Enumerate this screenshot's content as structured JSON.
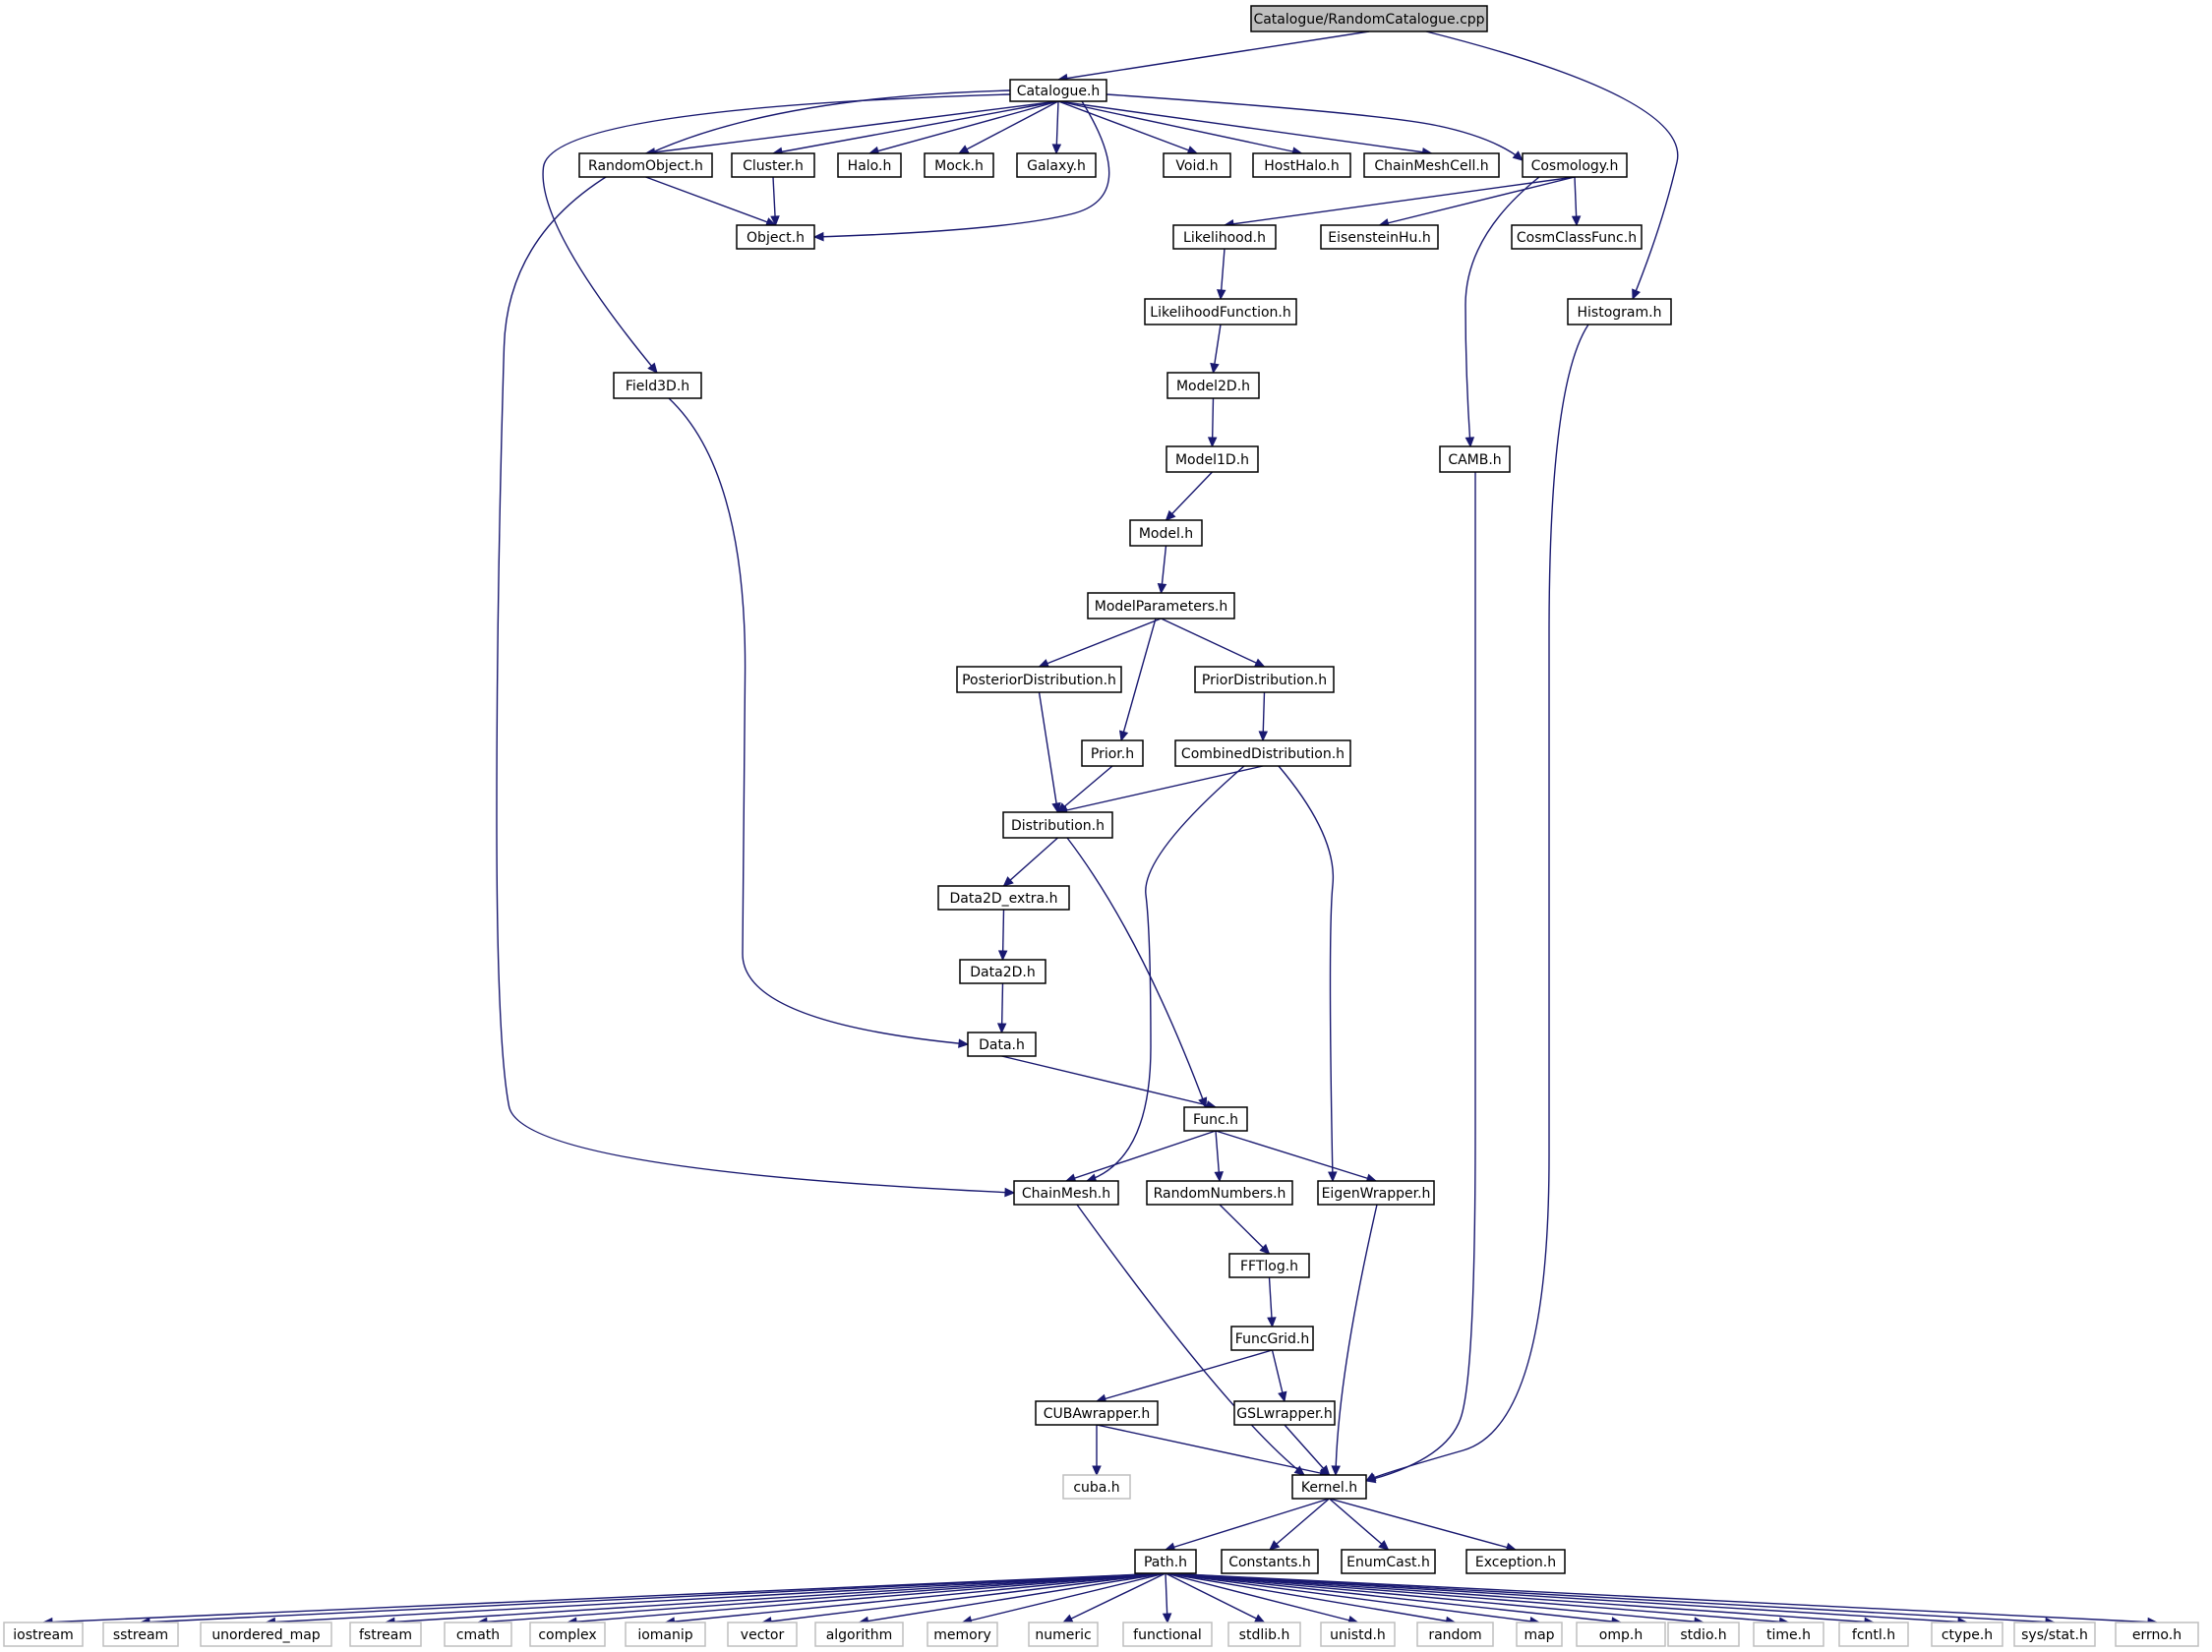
{
  "diagram": {
    "nodes": [
      {
        "id": "catalogue_cpp",
        "label": "Catalogue/RandomCatalogue.cpp",
        "style": "root"
      },
      {
        "id": "catalogue_h",
        "label": "Catalogue.h",
        "style": "normal"
      },
      {
        "id": "randomobject_h",
        "label": "RandomObject.h",
        "style": "normal"
      },
      {
        "id": "cluster_h",
        "label": "Cluster.h",
        "style": "normal"
      },
      {
        "id": "halo_h",
        "label": "Halo.h",
        "style": "normal"
      },
      {
        "id": "mock_h",
        "label": "Mock.h",
        "style": "normal"
      },
      {
        "id": "galaxy_h",
        "label": "Galaxy.h",
        "style": "normal"
      },
      {
        "id": "void_h",
        "label": "Void.h",
        "style": "normal"
      },
      {
        "id": "hosthalo_h",
        "label": "HostHalo.h",
        "style": "normal"
      },
      {
        "id": "chainmeshcell_h",
        "label": "ChainMeshCell.h",
        "style": "normal"
      },
      {
        "id": "cosmology_h",
        "label": "Cosmology.h",
        "style": "normal"
      },
      {
        "id": "object_h",
        "label": "Object.h",
        "style": "normal"
      },
      {
        "id": "likelihood_h",
        "label": "Likelihood.h",
        "style": "normal"
      },
      {
        "id": "eisensteinhu_h",
        "label": "EisensteinHu.h",
        "style": "normal"
      },
      {
        "id": "cosmclassfunc_h",
        "label": "CosmClassFunc.h",
        "style": "normal"
      },
      {
        "id": "histogram_h",
        "label": "Histogram.h",
        "style": "normal"
      },
      {
        "id": "likelihoodfunction_h",
        "label": "LikelihoodFunction.h",
        "style": "normal"
      },
      {
        "id": "field3d_h",
        "label": "Field3D.h",
        "style": "normal"
      },
      {
        "id": "model2d_h",
        "label": "Model2D.h",
        "style": "normal"
      },
      {
        "id": "model1d_h",
        "label": "Model1D.h",
        "style": "normal"
      },
      {
        "id": "camb_h",
        "label": "CAMB.h",
        "style": "normal"
      },
      {
        "id": "model_h",
        "label": "Model.h",
        "style": "normal"
      },
      {
        "id": "modelparameters_h",
        "label": "ModelParameters.h",
        "style": "normal"
      },
      {
        "id": "posteriordistribution_h",
        "label": "PosteriorDistribution.h",
        "style": "normal"
      },
      {
        "id": "priordistribution_h",
        "label": "PriorDistribution.h",
        "style": "normal"
      },
      {
        "id": "prior_h",
        "label": "Prior.h",
        "style": "normal"
      },
      {
        "id": "combineddistribution_h",
        "label": "CombinedDistribution.h",
        "style": "normal"
      },
      {
        "id": "distribution_h",
        "label": "Distribution.h",
        "style": "normal"
      },
      {
        "id": "data2d_extra_h",
        "label": "Data2D_extra.h",
        "style": "normal"
      },
      {
        "id": "data2d_h",
        "label": "Data2D.h",
        "style": "normal"
      },
      {
        "id": "data_h",
        "label": "Data.h",
        "style": "normal"
      },
      {
        "id": "func_h",
        "label": "Func.h",
        "style": "normal"
      },
      {
        "id": "chainmesh_h",
        "label": "ChainMesh.h",
        "style": "normal"
      },
      {
        "id": "randomnumbers_h",
        "label": "RandomNumbers.h",
        "style": "normal"
      },
      {
        "id": "eigenwrapper_h",
        "label": "EigenWrapper.h",
        "style": "normal"
      },
      {
        "id": "fftlog_h",
        "label": "FFTlog.h",
        "style": "normal"
      },
      {
        "id": "funcgrid_h",
        "label": "FuncGrid.h",
        "style": "normal"
      },
      {
        "id": "cubawrapper_h",
        "label": "CUBAwrapper.h",
        "style": "normal"
      },
      {
        "id": "gslwrapper_h",
        "label": "GSLwrapper.h",
        "style": "normal"
      },
      {
        "id": "cuba_h",
        "label": "cuba.h",
        "style": "ext"
      },
      {
        "id": "kernel_h",
        "label": "Kernel.h",
        "style": "normal"
      },
      {
        "id": "path_h",
        "label": "Path.h",
        "style": "normal"
      },
      {
        "id": "constants_h",
        "label": "Constants.h",
        "style": "normal"
      },
      {
        "id": "enumcast_h",
        "label": "EnumCast.h",
        "style": "normal"
      },
      {
        "id": "exception_h",
        "label": "Exception.h",
        "style": "normal"
      },
      {
        "id": "iostream",
        "label": "iostream",
        "style": "ext"
      },
      {
        "id": "sstream",
        "label": "sstream",
        "style": "ext"
      },
      {
        "id": "unordered_map",
        "label": "unordered_map",
        "style": "ext"
      },
      {
        "id": "fstream",
        "label": "fstream",
        "style": "ext"
      },
      {
        "id": "cmath",
        "label": "cmath",
        "style": "ext"
      },
      {
        "id": "complex",
        "label": "complex",
        "style": "ext"
      },
      {
        "id": "iomanip",
        "label": "iomanip",
        "style": "ext"
      },
      {
        "id": "vector",
        "label": "vector",
        "style": "ext"
      },
      {
        "id": "algorithm",
        "label": "algorithm",
        "style": "ext"
      },
      {
        "id": "memory",
        "label": "memory",
        "style": "ext"
      },
      {
        "id": "numeric",
        "label": "numeric",
        "style": "ext"
      },
      {
        "id": "functional",
        "label": "functional",
        "style": "ext"
      },
      {
        "id": "stdlib_h",
        "label": "stdlib.h",
        "style": "ext"
      },
      {
        "id": "unistd_h",
        "label": "unistd.h",
        "style": "ext"
      },
      {
        "id": "random",
        "label": "random",
        "style": "ext"
      },
      {
        "id": "map",
        "label": "map",
        "style": "ext"
      },
      {
        "id": "omp_h",
        "label": "omp.h",
        "style": "ext"
      },
      {
        "id": "stdio_h",
        "label": "stdio.h",
        "style": "ext"
      },
      {
        "id": "time_h",
        "label": "time.h",
        "style": "ext"
      },
      {
        "id": "fcntl_h",
        "label": "fcntl.h",
        "style": "ext"
      },
      {
        "id": "ctype_h",
        "label": "ctype.h",
        "style": "ext"
      },
      {
        "id": "sys_stat_h",
        "label": "sys/stat.h",
        "style": "ext"
      },
      {
        "id": "errno_h",
        "label": "errno.h",
        "style": "ext"
      }
    ],
    "edges": [
      [
        "catalogue_cpp",
        "catalogue_h"
      ],
      [
        "catalogue_cpp",
        "histogram_h"
      ],
      [
        "catalogue_h",
        "randomobject_h"
      ],
      [
        "catalogue_h",
        "cluster_h"
      ],
      [
        "catalogue_h",
        "halo_h"
      ],
      [
        "catalogue_h",
        "mock_h"
      ],
      [
        "catalogue_h",
        "galaxy_h"
      ],
      [
        "catalogue_h",
        "void_h"
      ],
      [
        "catalogue_h",
        "hosthalo_h"
      ],
      [
        "catalogue_h",
        "chainmeshcell_h"
      ],
      [
        "catalogue_h",
        "cosmology_h"
      ],
      [
        "catalogue_h",
        "object_h"
      ],
      [
        "catalogue_h",
        "field3d_h"
      ],
      [
        "catalogue_h",
        "chainmesh_h"
      ],
      [
        "randomobject_h",
        "object_h"
      ],
      [
        "cluster_h",
        "object_h"
      ],
      [
        "cosmology_h",
        "likelihood_h"
      ],
      [
        "cosmology_h",
        "eisensteinhu_h"
      ],
      [
        "cosmology_h",
        "cosmclassfunc_h"
      ],
      [
        "cosmology_h",
        "camb_h"
      ],
      [
        "likelihood_h",
        "likelihoodfunction_h"
      ],
      [
        "likelihoodfunction_h",
        "model2d_h"
      ],
      [
        "model2d_h",
        "model1d_h"
      ],
      [
        "model1d_h",
        "model_h"
      ],
      [
        "model_h",
        "modelparameters_h"
      ],
      [
        "modelparameters_h",
        "posteriordistribution_h"
      ],
      [
        "modelparameters_h",
        "prior_h"
      ],
      [
        "modelparameters_h",
        "priordistribution_h"
      ],
      [
        "priordistribution_h",
        "combineddistribution_h"
      ],
      [
        "posteriordistribution_h",
        "distribution_h"
      ],
      [
        "prior_h",
        "distribution_h"
      ],
      [
        "combineddistribution_h",
        "distribution_h"
      ],
      [
        "combineddistribution_h",
        "chainmesh_h"
      ],
      [
        "combineddistribution_h",
        "eigenwrapper_h"
      ],
      [
        "distribution_h",
        "data2d_extra_h"
      ],
      [
        "distribution_h",
        "func_h"
      ],
      [
        "data2d_extra_h",
        "data2d_h"
      ],
      [
        "data2d_h",
        "data_h"
      ],
      [
        "field3d_h",
        "data_h"
      ],
      [
        "data_h",
        "func_h"
      ],
      [
        "func_h",
        "chainmesh_h"
      ],
      [
        "func_h",
        "randomnumbers_h"
      ],
      [
        "func_h",
        "eigenwrapper_h"
      ],
      [
        "randomnumbers_h",
        "fftlog_h"
      ],
      [
        "fftlog_h",
        "funcgrid_h"
      ],
      [
        "funcgrid_h",
        "cubawrapper_h"
      ],
      [
        "funcgrid_h",
        "gslwrapper_h"
      ],
      [
        "cubawrapper_h",
        "cuba_h"
      ],
      [
        "cubawrapper_h",
        "kernel_h"
      ],
      [
        "gslwrapper_h",
        "kernel_h"
      ],
      [
        "chainmesh_h",
        "kernel_h"
      ],
      [
        "eigenwrapper_h",
        "kernel_h"
      ],
      [
        "camb_h",
        "kernel_h"
      ],
      [
        "histogram_h",
        "kernel_h"
      ],
      [
        "kernel_h",
        "path_h"
      ],
      [
        "kernel_h",
        "constants_h"
      ],
      [
        "kernel_h",
        "enumcast_h"
      ],
      [
        "kernel_h",
        "exception_h"
      ],
      [
        "path_h",
        "iostream"
      ],
      [
        "path_h",
        "sstream"
      ],
      [
        "path_h",
        "unordered_map"
      ],
      [
        "path_h",
        "fstream"
      ],
      [
        "path_h",
        "cmath"
      ],
      [
        "path_h",
        "complex"
      ],
      [
        "path_h",
        "iomanip"
      ],
      [
        "path_h",
        "vector"
      ],
      [
        "path_h",
        "algorithm"
      ],
      [
        "path_h",
        "memory"
      ],
      [
        "path_h",
        "numeric"
      ],
      [
        "path_h",
        "functional"
      ],
      [
        "path_h",
        "stdlib_h"
      ],
      [
        "path_h",
        "unistd_h"
      ],
      [
        "path_h",
        "random"
      ],
      [
        "path_h",
        "map"
      ],
      [
        "path_h",
        "omp_h"
      ],
      [
        "path_h",
        "stdio_h"
      ],
      [
        "path_h",
        "time_h"
      ],
      [
        "path_h",
        "fcntl_h"
      ],
      [
        "path_h",
        "ctype_h"
      ],
      [
        "path_h",
        "sys_stat_h"
      ],
      [
        "path_h",
        "errno_h"
      ]
    ]
  }
}
